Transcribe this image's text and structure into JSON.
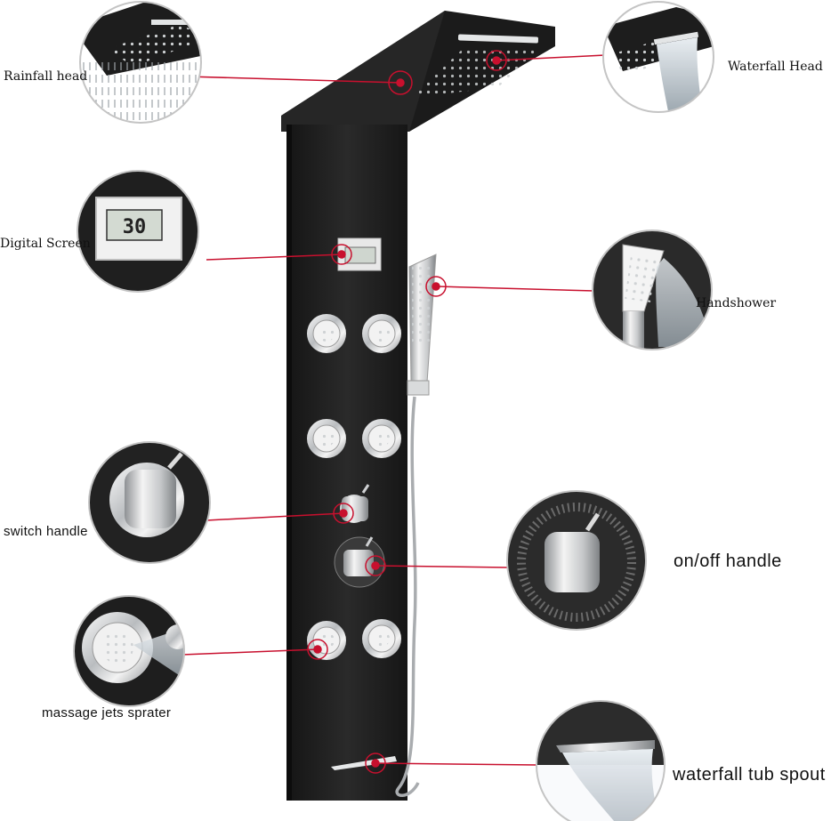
{
  "callouts": {
    "rainfall_head": "Rainfall head",
    "waterfall_head": "Waterfall Head",
    "digital_screen": "Digital Screen",
    "handshower": "Handshower",
    "switch_handle": "switch  handle",
    "on_off_handle": "on/off  handle",
    "massage_jets": "massage  jets  sprater",
    "waterfall_tub_spout": "waterfall  tub  spout"
  },
  "display": {
    "temperature": "30"
  },
  "colors": {
    "panel": "#1c1c1c",
    "callout_line": "#c8102e",
    "chrome": "#d8dadc",
    "circle_border": "#c4c4c4"
  }
}
